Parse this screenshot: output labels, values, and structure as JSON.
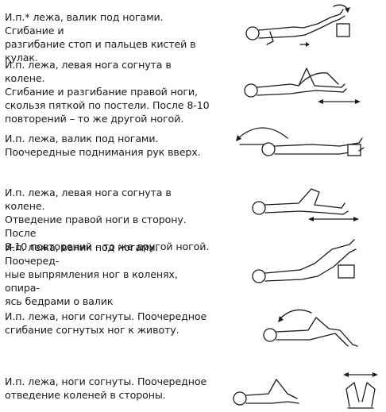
{
  "exercises": [
    {
      "text": "И.п.* лежа, валик под ногами. Сгибание и\nразгибание стоп и пальцев кистей в\nкулак."
    },
    {
      "text": "И.п. лежа, левая нога согнута в колене.\nСгибание и разгибание правой ноги,\nскользя пяткой по постели. После 8-10\nповторений – то же другой ногой."
    },
    {
      "text": "И.п. лежа, валик под ногами.\nПоочередные поднимания рук вверх."
    },
    {
      "text": "И.п. лежа, левая нога согнута в колене.\nОтведение правой ноги в сторону. После\n8-10 повторений – то же другой ногой."
    },
    {
      "text": "И.п. лежа, валик под ногами. Поочеред-\nные выпрямления ног в коленях, опира-\nясь бедрами о валик"
    },
    {
      "text": "И.п. лежа, ноги согнуты. Поочередное\nсгибание согнутых ног к животу."
    },
    {
      "text": "И.п. лежа, ноги согнуты. Поочередное\nотведение коленей в стороны."
    }
  ]
}
